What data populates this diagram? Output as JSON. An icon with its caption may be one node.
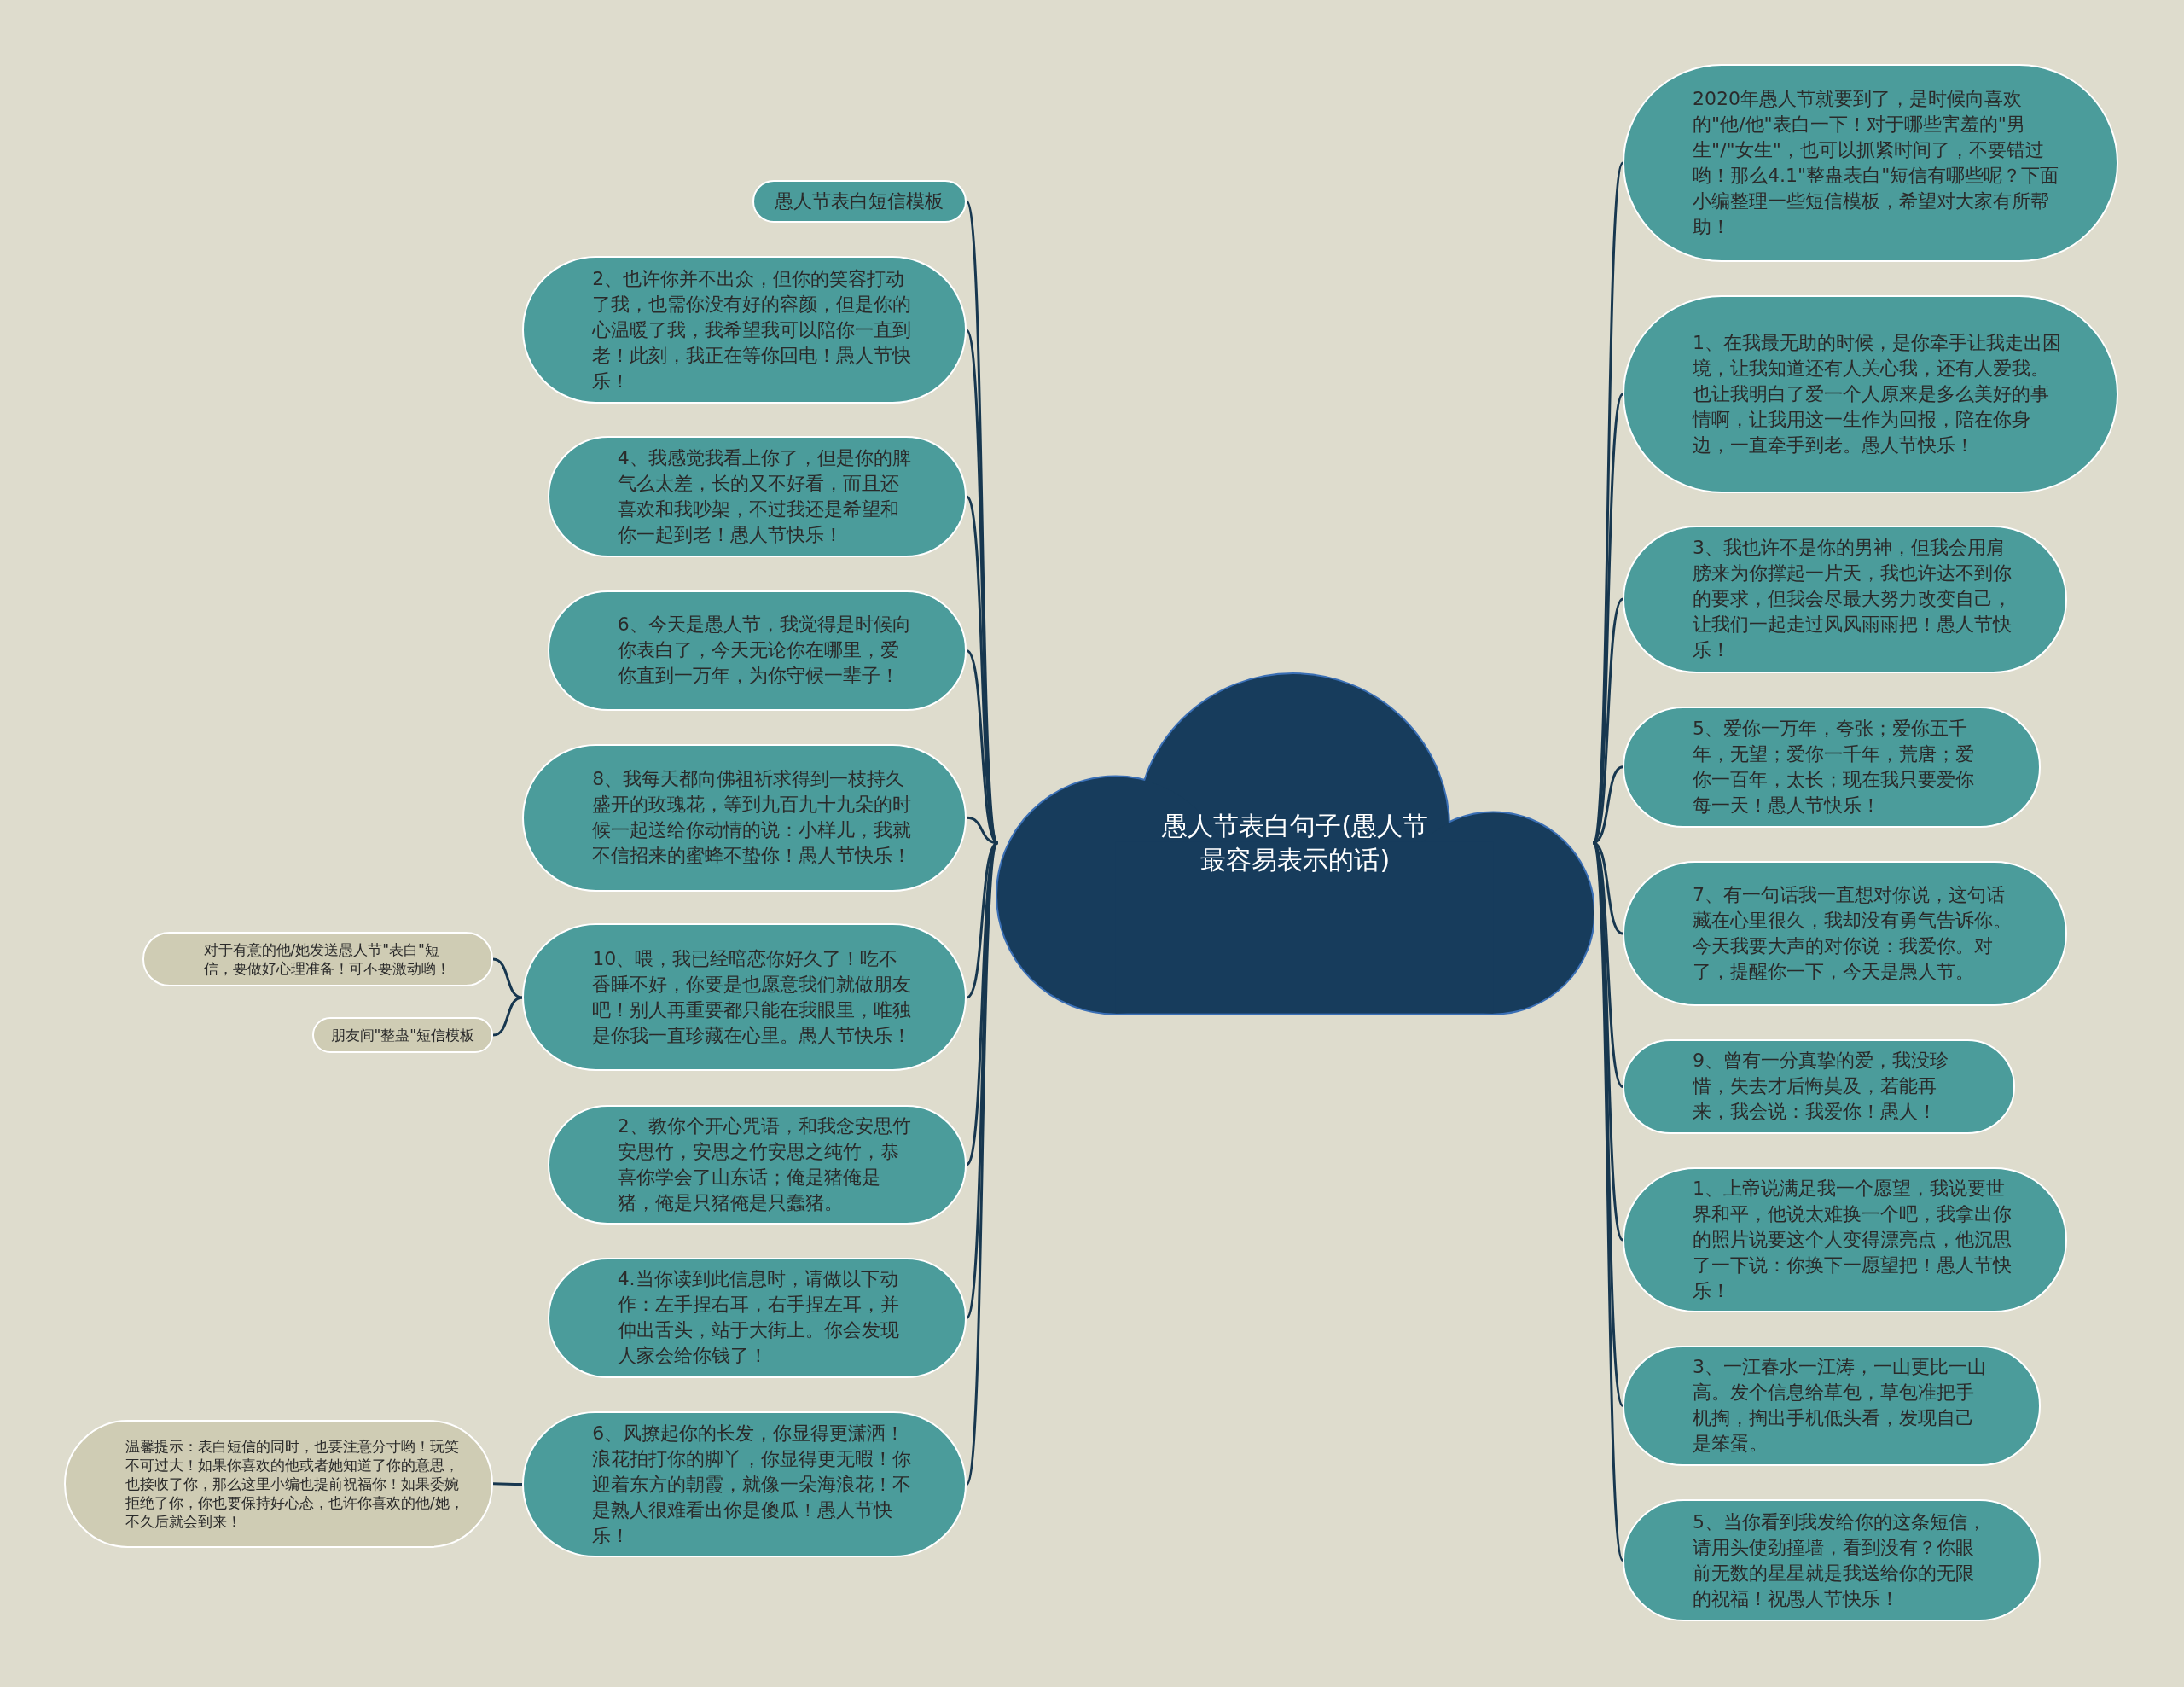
{
  "diagram": {
    "nodes": [
      {
        "text": [
          "愚人节表白句子(愚人节最容易表示的话)"
        ]
      },
      {
        "text": [
          "愚人节表白短信模板"
        ]
      },
      {
        "text": [
          "2、也许你并不出众，但你的笑容打动了我，也需你没有好的容颜，但是你的心温暖了我，我希望我可以陪你一直到老！此刻，我正在等你回电！愚人节快乐！"
        ]
      },
      {
        "text": [
          "4、我感觉我看上你了，但是你的脾气么太差，长的又不好看，而且还喜欢和我吵架，不过我还是希望和你一起到老！愚人节快乐！"
        ]
      },
      {
        "text": [
          "6、今天是愚人节，我觉得是时候向你表白了，今天无论你在哪里，爱你直到一万年，为你守候一辈子！"
        ]
      },
      {
        "text": [
          "8、我每天都向佛祖祈求得到一枝持久盛开的玫瑰花，等到九百九十九朵的时候一起送给你动情的说：小样儿，我就不信招来的蜜蜂不蛰你！愚人节快乐！"
        ]
      },
      {
        "text": [
          "10、喂，我已经暗恋你好久了！吃不香睡不好，你要是也愿意我们就做朋友吧！别人再重要都只能在我眼里，唯独是你我一直珍藏在心里。愚人节快乐！"
        ]
      },
      {
        "text": [
          "2、教你个开心咒语，和我念安思竹安思竹，安思之竹安思之纯竹，恭喜你学会了山东话；俺是猪俺是猪，俺是只猪俺是只蠢猪。"
        ]
      },
      {
        "text": [
          "4.当你读到此信息时，请做以下动作：左手捏右耳，右手捏左耳，并伸出舌头，站于大街上。你会发现人家会给你钱了！"
        ]
      },
      {
        "text": [
          "6、风撩起你的长发，你显得更潇洒！浪花拍打你的脚丫，你显得更无暇！你迎着东方的朝霞，就像一朵海浪花！不是熟人很难看出你是傻瓜！愚人节快乐！"
        ]
      },
      {
        "text": [
          "对于有意的他/她发送愚人节\"表白\"短信，要做好心理准备！可不要激动哟！"
        ]
      },
      {
        "text": [
          "朋友间\"整蛊\"短信模板"
        ]
      },
      {
        "text": [
          "温馨提示：表白短信的同时，也要注意分寸哟！玩笑不可过大！如果你喜欢的他或者她知道了你的意思，也接收了你，那么这里小编也提前祝福你！如果委婉拒绝了你，你也要保持好心态，也许你喜欢的他/她，不久后就会到来！"
        ]
      },
      {
        "text": [
          "2020年愚人节就要到了，是时候向喜欢的\"他/他\"表白一下！对于哪些害羞的\"男生\"/\"女生\"，也可以抓紧时间了，不要错过哟！那么4.1\"整蛊表白\"短信有哪些呢？下面小编整理一些短信模板，希望对大家有所帮助！"
        ]
      },
      {
        "text": [
          "1、在我最无助的时候，是你牵手让我走出困境，让我知道还有人关心我，还有人爱我。也让我明白了爱一个人原来是多么美好的事情啊，让我用这一生作为回报，陪在你身边，一直牵手到老。愚人节快乐！"
        ]
      },
      {
        "text": [
          "3、我也许不是你的男神，但我会用肩膀来为你撑起一片天，我也许达不到你的要求，但我会尽最大努力改变自己，让我们一起走过风风雨雨把！愚人节快乐！"
        ]
      },
      {
        "text": [
          "5、爱你一万年，夸张；爱你五千年，无望；爱你一千年，荒唐；爱你一百年，太长；现在我只要爱你每一天！愚人节快乐！"
        ]
      },
      {
        "text": [
          "7、有一句话我一直想对你说，这句话藏在心里很久，我却没有勇气告诉你。今天我要大声的对你说：我爱你。对了，提醒你一下，今天是愚人节。"
        ]
      },
      {
        "text": [
          "9、曾有一分真挚的爱，我没珍惜，失去才后悔莫及，若能再来，我会说：我爱你！愚人！"
        ]
      },
      {
        "text": [
          "1、上帝说满足我一个愿望，我说要世界和平，他说太难换一个吧，我拿出你的照片说要这个人变得漂亮点，他沉思了一下说：你换下一愿望把！愚人节快乐！"
        ]
      },
      {
        "text": [
          "3、一江春水一江涛，一山更比一山高。发个信息给草包，草包准把手机掏，掏出手机低头看，发现自己是笨蛋。"
        ]
      },
      {
        "text": [
          "5、当你看到我发给你的这条短信，请用头使劲撞墙，看到没有？你眼前无数的星星就是我送给你的无限的祝福！祝愚人节快乐！"
        ]
      }
    ],
    "edges": [
      {
        "from": 0,
        "to": 1,
        "arrow": "none"
      },
      {
        "from": 0,
        "to": 2,
        "arrow": "none"
      },
      {
        "from": 0,
        "to": 3,
        "arrow": "none"
      },
      {
        "from": 0,
        "to": 4,
        "arrow": "none"
      },
      {
        "from": 0,
        "to": 5,
        "arrow": "none"
      },
      {
        "from": 0,
        "to": 6,
        "arrow": "none"
      },
      {
        "from": 0,
        "to": 7,
        "arrow": "none"
      },
      {
        "from": 0,
        "to": 8,
        "arrow": "none"
      },
      {
        "from": 0,
        "to": 9,
        "arrow": "none"
      },
      {
        "from": 6,
        "to": 10,
        "arrow": "none"
      },
      {
        "from": 6,
        "to": 11,
        "arrow": "none"
      },
      {
        "from": 9,
        "to": 12,
        "arrow": "none"
      },
      {
        "from": 0,
        "to": 13,
        "arrow": "none"
      },
      {
        "from": 0,
        "to": 14,
        "arrow": "none"
      },
      {
        "from": 0,
        "to": 15,
        "arrow": "none"
      },
      {
        "from": 0,
        "to": 16,
        "arrow": "none"
      },
      {
        "from": 0,
        "to": 17,
        "arrow": "none"
      },
      {
        "from": 0,
        "to": 18,
        "arrow": "none"
      },
      {
        "from": 0,
        "to": 19,
        "arrow": "none"
      },
      {
        "from": 0,
        "to": 20,
        "arrow": "none"
      },
      {
        "from": 0,
        "to": 21,
        "arrow": "none"
      }
    ]
  }
}
